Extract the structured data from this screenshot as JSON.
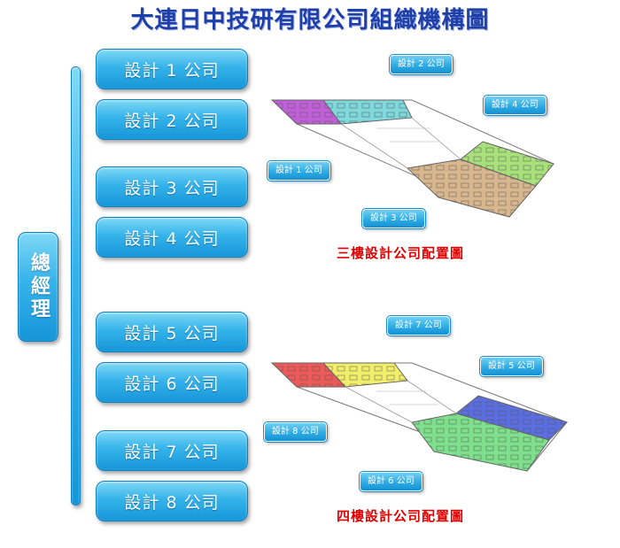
{
  "title": "大連日中技研有限公司組織機構圖",
  "general_manager": "總經理",
  "companies": [
    "設計 1 公司",
    "設計 2 公司",
    "設計 3 公司",
    "設計 4 公司",
    "設計 5 公司",
    "設計 6 公司",
    "設計 7 公司",
    "設計 8 公司"
  ],
  "floor3": {
    "caption": "三樓設計公司配置圖",
    "callouts": [
      "設計 2 公司",
      "設計 4 公司",
      "設計 1 公司",
      "設計 3 公司"
    ],
    "colors": {
      "company1": "#c060d8",
      "company2": "#7fd8dc",
      "company3": "#d8b78e",
      "company4": "#a8e07a"
    }
  },
  "floor4": {
    "caption": "四樓設計公司配置圖",
    "callouts": [
      "設計 7 公司",
      "設計 5 公司",
      "設計 8 公司",
      "設計 6 公司"
    ],
    "colors": {
      "company5": "#5a6ee0",
      "company6": "#7ee08c",
      "company7": "#f2ee6a",
      "company8": "#ee5a5a"
    }
  },
  "colors": {
    "title": "#1f3fa8",
    "caption": "#e00000",
    "pill": "#35b3ea"
  }
}
